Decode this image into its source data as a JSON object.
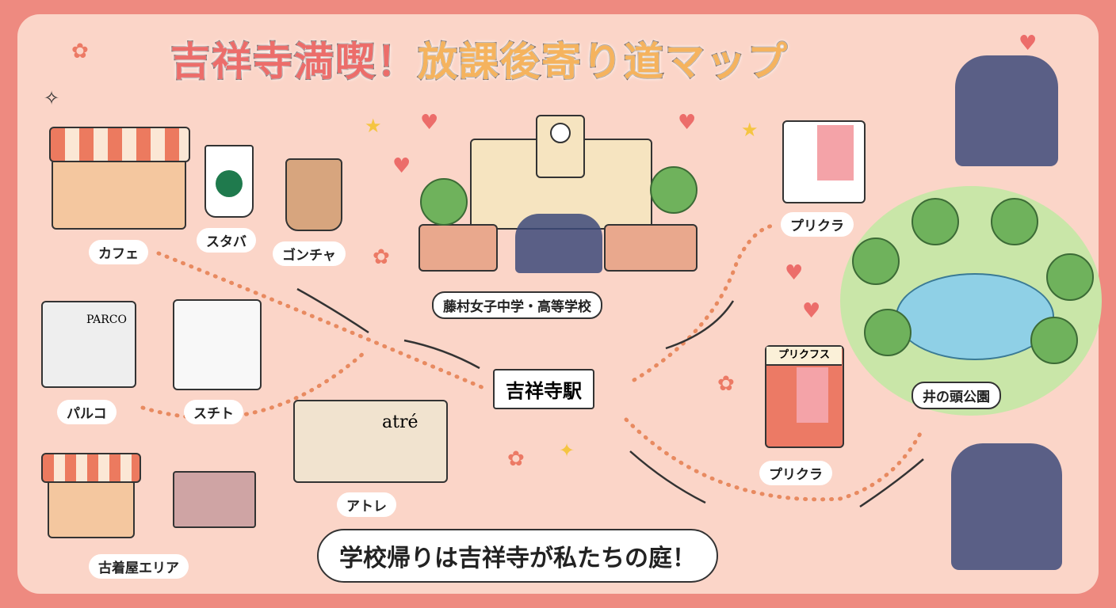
{
  "title": {
    "part1": "吉祥寺満喫！",
    "part2": "放課後寄り道マップ"
  },
  "places": {
    "cafe": "カフェ",
    "starbucks": "スタバ",
    "gongcha": "ゴンチャ",
    "parco": "パルコ",
    "parco_sign": "PARCO",
    "stito": "スチト",
    "furugi": "古着屋エリア",
    "atre": "アトレ",
    "atre_sign": "atré",
    "school": "藤村女子中学・高等学校",
    "station": "吉祥寺駅",
    "purikura_top": "プリクラ",
    "purikura_bottom": "プリクラ",
    "purikura_sign": "プリクフス",
    "park": "井の頭公園"
  },
  "bubble": "学校帰りは吉祥寺が私たちの庭！",
  "colors": {
    "frame": "#ee8a80",
    "background": "#fbd5c8",
    "accent": "#ec6d6a",
    "title_orange": "#f5b35e"
  }
}
